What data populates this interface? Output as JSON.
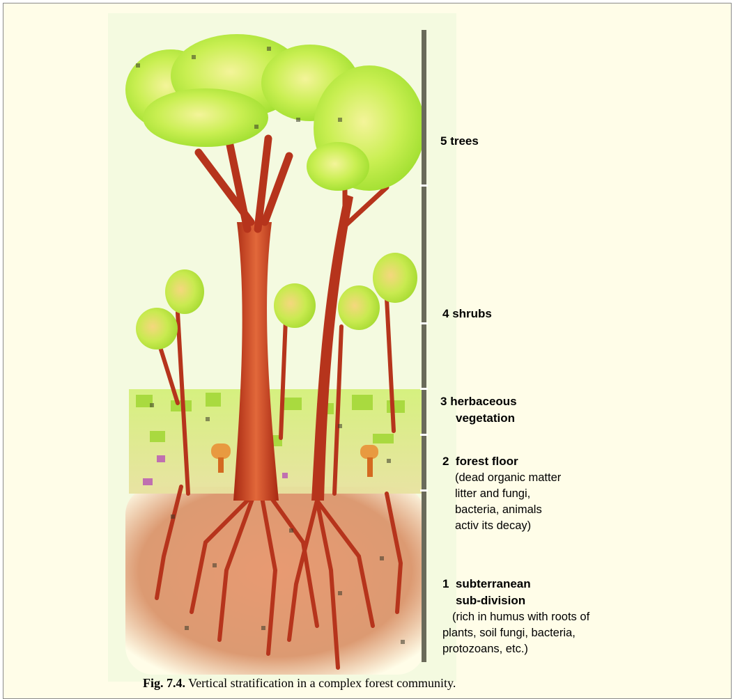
{
  "colors": {
    "background": "#fffde8",
    "foliage": "#b6ea3c",
    "foliage_highlight": "#f0f28a",
    "trunk": "#b8321a",
    "soil": "#d88a64",
    "scale_bar": "#6a6a5a"
  },
  "layers": [
    {
      "number": "5",
      "name": "trees"
    },
    {
      "number": "4",
      "name": "shrubs"
    },
    {
      "number": "3",
      "name": "herbaceous",
      "name_line2": "vegetation"
    },
    {
      "number": "2",
      "name": "forest floor",
      "description": [
        "(dead organic matter",
        "litter and fungi,",
        "bacteria, animals",
        "activ its decay)"
      ]
    },
    {
      "number": "1",
      "name": "subterranean",
      "name_line2": "sub-division",
      "description": [
        "(rich in humus with roots of",
        "plants, soil fungi, bacteria,",
        "protozoans, etc.)"
      ]
    }
  ],
  "caption": {
    "label": "Fig. 7.4.",
    "text": " Vertical stratification in a complex forest community."
  }
}
